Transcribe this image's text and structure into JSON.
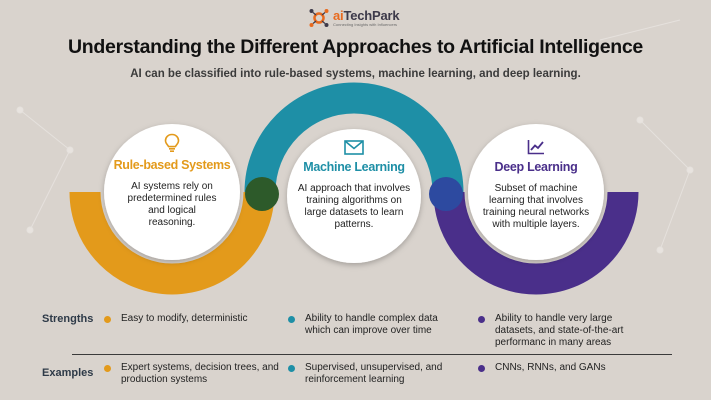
{
  "colors": {
    "background": "#d9d3cd",
    "orange": "#e39a1b",
    "teal": "#1e8fa6",
    "purple": "#4a2f8a",
    "overlap_green": "#2d5a2a",
    "brand_orange": "#e86a1e"
  },
  "logo": {
    "name_prefix": "ai",
    "name_suffix": "TechPark",
    "tagline": "Connecting Insights with Influencers",
    "icon": "gear-network-icon"
  },
  "title": "Understanding the Different Approaches to Artificial Intelligence",
  "subtitle": "AI can be classified into rule-based systems, machine learning, and deep learning.",
  "approaches": [
    {
      "title": "Rule-based Systems",
      "description": "AI systems rely on predetermined rules and logical reasoning.",
      "icon": "lightbulb-icon",
      "color": "#e39a1b"
    },
    {
      "title": "Machine Learning",
      "description": "AI approach that involves training algorithms on large datasets to learn patterns.",
      "icon": "envelope-icon",
      "color": "#1e8fa6"
    },
    {
      "title": "Deep Learning",
      "description": "Subset of machine learning that involves training neural networks with multiple layers.",
      "icon": "line-chart-icon",
      "color": "#4a2f8a"
    }
  ],
  "rows": {
    "strengths": {
      "label": "Strengths",
      "cells": [
        "Easy to modify, deterministic",
        "Ability to handle complex data which can improve over time",
        "Ability to handle very large datasets, and state-of-the-art performanc in many areas"
      ]
    },
    "examples": {
      "label": "Examples",
      "cells": [
        "Expert systems, decision trees, and production systems",
        "Supervised, unsupervised, and reinforcement learning",
        "CNNs, RNNs, and GANs"
      ]
    }
  }
}
